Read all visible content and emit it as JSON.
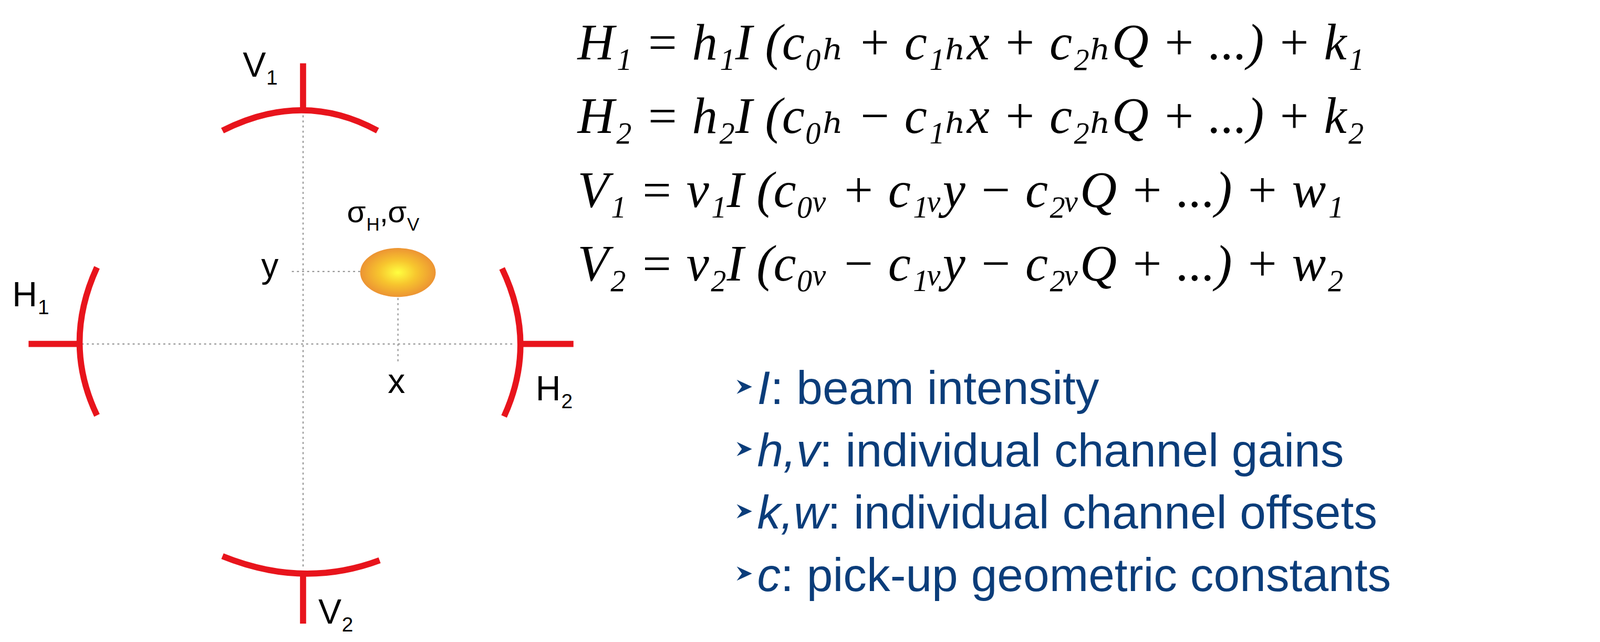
{
  "diagram": {
    "labels": [
      "V",
      "1",
      "σ",
      "H",
      ",",
      "σ",
      "V",
      "y",
      "H",
      "1",
      "x",
      "H",
      "2",
      "V",
      "2",
      "H₁ = h₁I (c₀ₕ + c₁ₕx + c₂ₕQ + ...) + k₁",
      "H₂ = h₂I (c₀ₕ − c₁ₕx + c₂ₕQ + ...) + k₂",
      "V₁ = v₁I (c₀ᵥ + c₁ᵥy − c₂ᵥQ + ...) + w₁",
      "V₂ = v₂I (c₀ᵥ − c₁ᵥy − c₂ᵥQ + ...) + w₂",
      "I",
      ": beam intensity",
      "h,v",
      ": individual channel gains",
      "k,w",
      ": individual channel offsets",
      "c",
      ": pick-up geometric constants"
    ]
  }
}
